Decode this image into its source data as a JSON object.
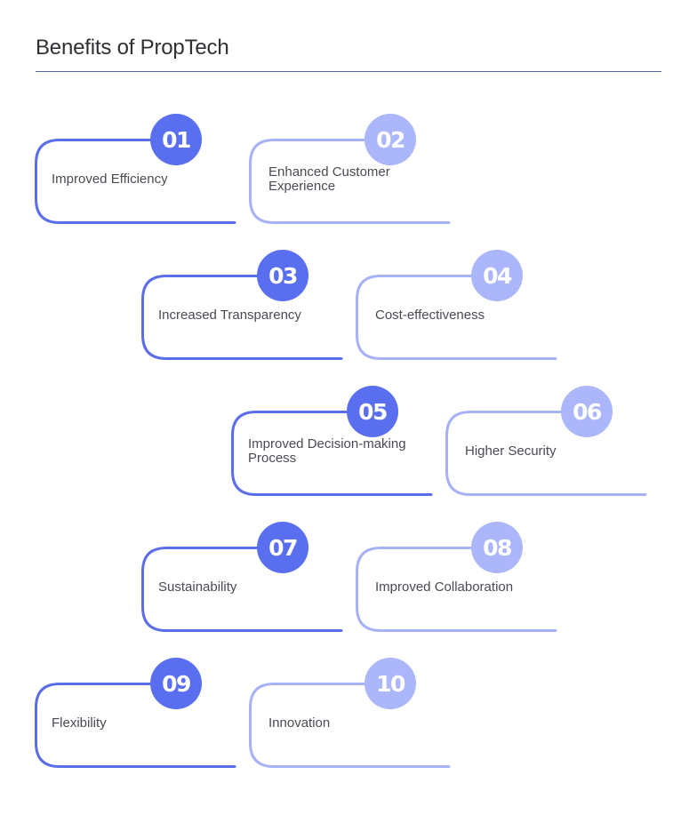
{
  "page": {
    "title": "Benefits of PropTech"
  },
  "colors": {
    "primary": "#5a6ff0",
    "primary_line": "#5b6ee8",
    "secondary": "#abb6fb",
    "secondary_line": "#a7b2f6",
    "title_rule": "#5566a8"
  },
  "benefits": [
    {
      "number": "01",
      "label": "Improved Efficiency",
      "style": "primary"
    },
    {
      "number": "02",
      "label": "Enhanced Customer Experience",
      "style": "secondary"
    },
    {
      "number": "03",
      "label": "Increased Transparency",
      "style": "primary"
    },
    {
      "number": "04",
      "label": "Cost-effectiveness",
      "style": "secondary"
    },
    {
      "number": "05",
      "label": "Improved Decision-making Process",
      "style": "primary"
    },
    {
      "number": "06",
      "label": "Higher Security",
      "style": "secondary"
    },
    {
      "number": "07",
      "label": "Sustainability",
      "style": "primary"
    },
    {
      "number": "08",
      "label": "Improved Collaboration",
      "style": "secondary"
    },
    {
      "number": "09",
      "label": "Flexibility",
      "style": "primary"
    },
    {
      "number": "10",
      "label": "Innovation",
      "style": "secondary"
    }
  ]
}
